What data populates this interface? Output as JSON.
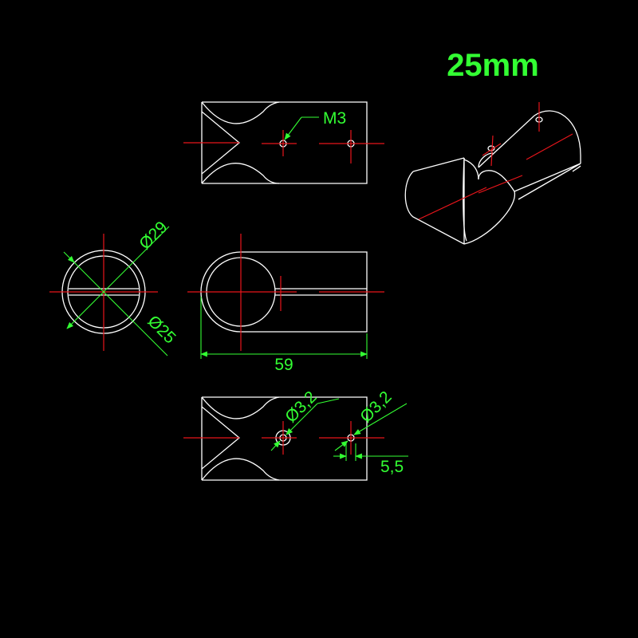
{
  "title": "25mm",
  "labels": {
    "thread": "M3",
    "outer_diameter": "Ø29",
    "inner_diameter": "Ø25",
    "length": "59",
    "hole_diameter_1": "Ø3,2",
    "hole_diameter_2": "Ø3,2",
    "hole_offset": "5,5"
  },
  "colors": {
    "background": "#000000",
    "outline": "#ffffff",
    "centerline": "#e8151b",
    "dimension": "#33ff33"
  }
}
